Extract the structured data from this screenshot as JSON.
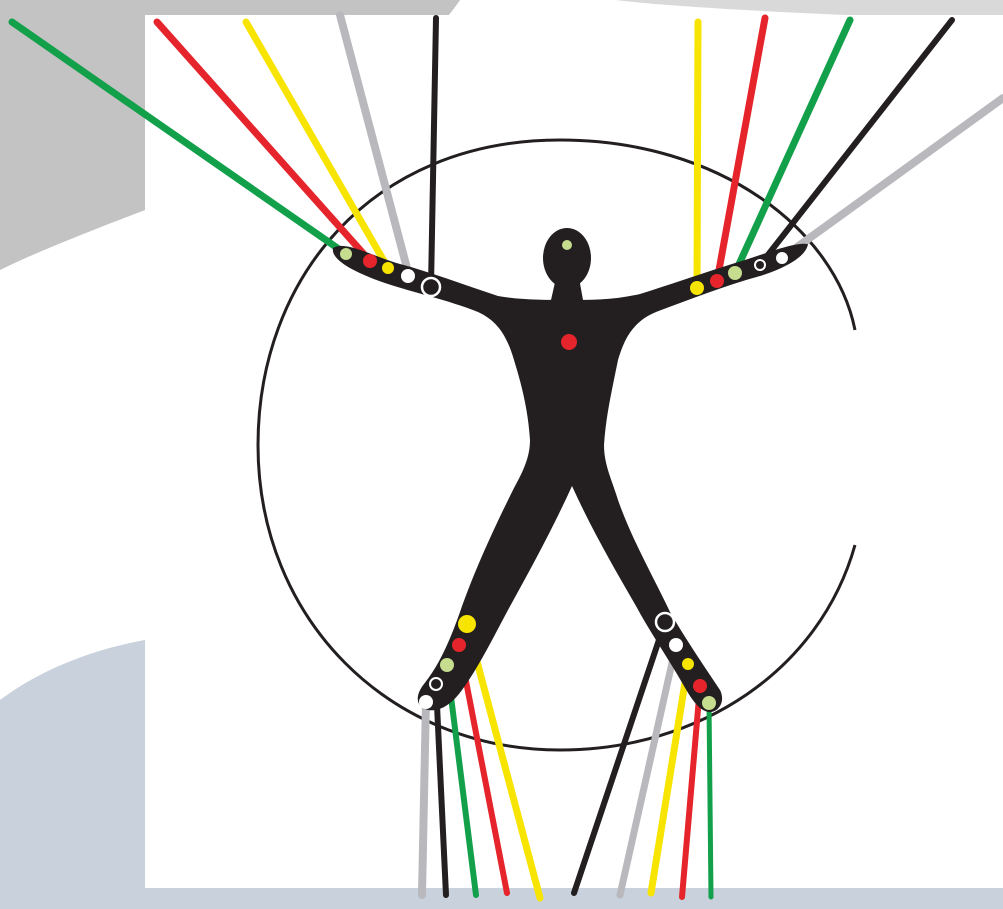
{
  "figure": {
    "colors": {
      "background": "#ffffff",
      "panel_gray": "#c3c3c3",
      "panel_light": "#d9d9d9",
      "panel_blue": "#c8d1dc",
      "figure": "#231f20",
      "circle": "#231f20"
    },
    "strand_colors": {
      "green": "#13a04a",
      "red": "#e5252b",
      "yellow": "#f7e400",
      "gray": "#b9b9bd",
      "black": "#231f20",
      "pale_green": "#c6dc8e",
      "white": "#ffffff"
    },
    "markers": [
      {
        "name": "head-marker",
        "color": "pale_green"
      },
      {
        "name": "chest-marker",
        "color": "red"
      }
    ]
  }
}
